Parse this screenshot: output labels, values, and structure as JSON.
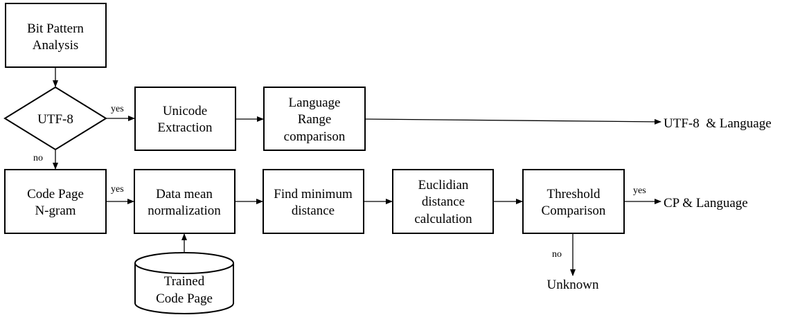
{
  "nodes": {
    "bit_pattern": [
      "Bit Pattern",
      "Analysis"
    ],
    "utf8": [
      "UTF-8"
    ],
    "unicode": [
      "Unicode",
      "Extraction"
    ],
    "language_range": [
      "Language",
      "Range",
      "comparison"
    ],
    "code_page_ngram": [
      "Code Page",
      "N-gram"
    ],
    "data_mean": [
      "Data mean",
      "normalization"
    ],
    "find_min": [
      "Find minimum",
      "distance"
    ],
    "euclidian": [
      "Euclidian",
      "distance",
      "calculation"
    ],
    "threshold": [
      "Threshold",
      "Comparison"
    ],
    "trained": [
      "Trained",
      "Code Page"
    ]
  },
  "edge_labels": {
    "utf8_yes": "yes",
    "utf8_no": "no",
    "ngram_yes": "yes",
    "threshold_yes": "yes",
    "threshold_no": "no"
  },
  "outputs": {
    "utf8_language": "UTF-8  & Language",
    "cp_language": "CP & Language",
    "unknown": "Unknown"
  }
}
